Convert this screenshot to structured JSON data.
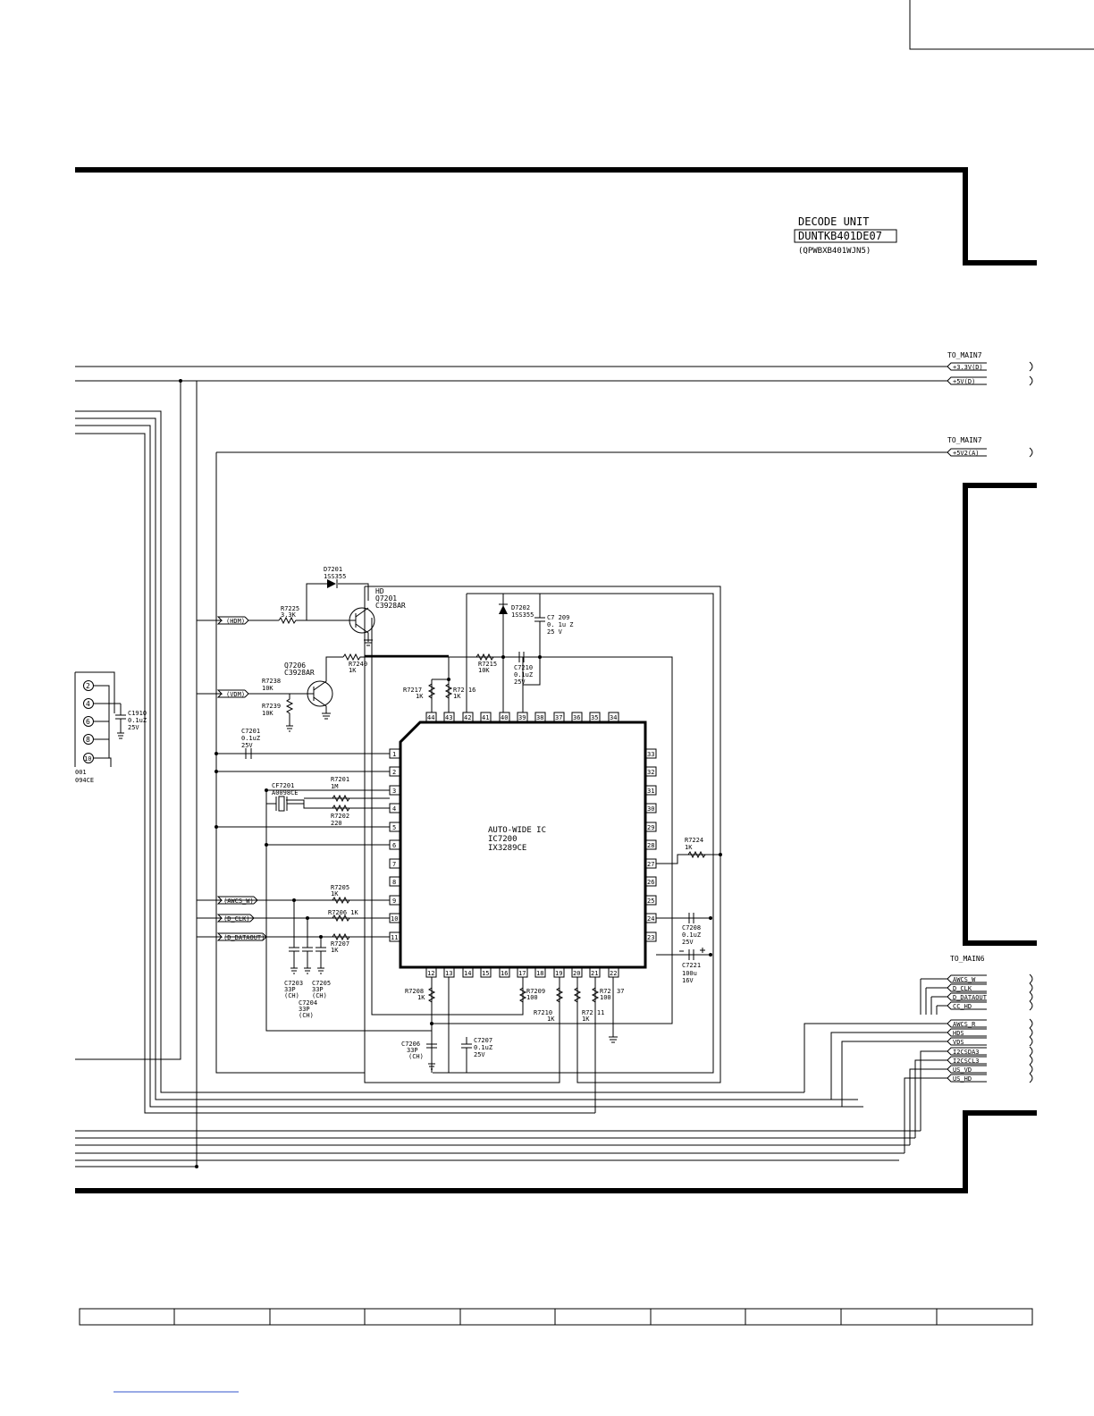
{
  "header": {
    "unit_title": "DECODE UNIT",
    "unit_code": "DUNTKB401DE07",
    "unit_part": "(QPWBXB401WJN5)"
  },
  "connectors": {
    "top_group_label": "TO_MAIN7",
    "top_group": [
      "+3.3V(D)",
      "+5V(D)"
    ],
    "mid_group_label": "TO_MAIN7",
    "mid_group": [
      "+5V2(A)"
    ],
    "bottom_group_label": "TO_MAIN6",
    "bottom_group": [
      "AWCS_W",
      "D_CLK",
      "D_DATAOUT",
      "CC_HD",
      "AWCS_R",
      "HDS",
      "VDS",
      "I2CSDA3",
      "I2CSCL3",
      "US_VD",
      "US_HD"
    ]
  },
  "left_nets": {
    "hdm": "(HDM)",
    "vdm": "(VDM)",
    "awcs_w": "(AWCS_W)",
    "d_clk": "(D_CLK)",
    "d_dataout": "(D_DATAOUT)"
  },
  "ic": {
    "name": "AUTO-WIDE IC",
    "ref": "IC7200",
    "part": "IX3289CE",
    "pins_top": [
      "44",
      "43",
      "42",
      "41",
      "40",
      "39",
      "38",
      "37",
      "36",
      "35",
      "34"
    ],
    "pins_left": [
      "1",
      "2",
      "3",
      "4",
      "5",
      "6",
      "7",
      "8",
      "9",
      "10",
      "11"
    ],
    "pins_bottom": [
      "12",
      "13",
      "14",
      "15",
      "16",
      "17",
      "18",
      "19",
      "20",
      "21",
      "22"
    ],
    "pins_right": [
      "33",
      "32",
      "31",
      "30",
      "29",
      "28",
      "27",
      "26",
      "25",
      "24",
      "23"
    ]
  },
  "left_connector": {
    "pins": [
      "2",
      "4",
      "6",
      "8",
      "10"
    ],
    "ref": "001",
    "part": "094CE"
  },
  "components": {
    "c1910": [
      "C1910",
      "0.1uZ",
      "25V"
    ],
    "d7201": [
      "D7201",
      "1SS355"
    ],
    "q7201": [
      "HD",
      "Q7201",
      "C3928AR"
    ],
    "r7225": [
      "R7225",
      "3.3K"
    ],
    "d7202": [
      "D7202",
      "1SS355"
    ],
    "c7209": [
      "C7 209",
      "0. 1u Z",
      "25 V"
    ],
    "q7206": [
      "Q7206",
      "C3928AR"
    ],
    "r7240": [
      "R7240",
      "1K"
    ],
    "r7215": [
      "R7215",
      "10K"
    ],
    "c7210": [
      "C7210",
      "0.1uZ",
      "25V"
    ],
    "r7238": [
      "R7238",
      "10K"
    ],
    "r7239": [
      "R7239",
      "10K"
    ],
    "r7217": [
      "R7217",
      "1K"
    ],
    "r7216": [
      "R72 16",
      "1K"
    ],
    "c7201": [
      "C7201",
      "0.1uZ",
      "25V"
    ],
    "cf7201": [
      "CF7201",
      "A0098CE"
    ],
    "r7201": [
      "R7201",
      "1M"
    ],
    "r7202": [
      "R7202",
      "220"
    ],
    "r7205": [
      "R7205",
      "1K"
    ],
    "r7206": [
      "R7206 1K"
    ],
    "r7207": [
      "R7207",
      "1K"
    ],
    "c7203": [
      "C7203",
      "33P",
      "(CH)"
    ],
    "c7205": [
      "C7205",
      "33P",
      "(CH)"
    ],
    "c7204": [
      "C7204",
      "33P",
      "(CH)"
    ],
    "r7208": [
      "R7208",
      "1K"
    ],
    "r7209": [
      "R7209",
      "100"
    ],
    "r7210": [
      "R7210",
      "1K"
    ],
    "r7211": [
      "R72 11",
      "1K"
    ],
    "r7237": [
      "R72",
      "100",
      "37"
    ],
    "c7206": [
      "C7206",
      "33P",
      "(CH)"
    ],
    "c7207": [
      "C7207",
      "0.1uZ",
      "25V"
    ],
    "r7224": [
      "R7224",
      "1K"
    ],
    "c7208": [
      "C7208",
      "0.1uZ",
      "25V"
    ],
    "c7221": [
      "C7221",
      "100u",
      "16V"
    ]
  }
}
